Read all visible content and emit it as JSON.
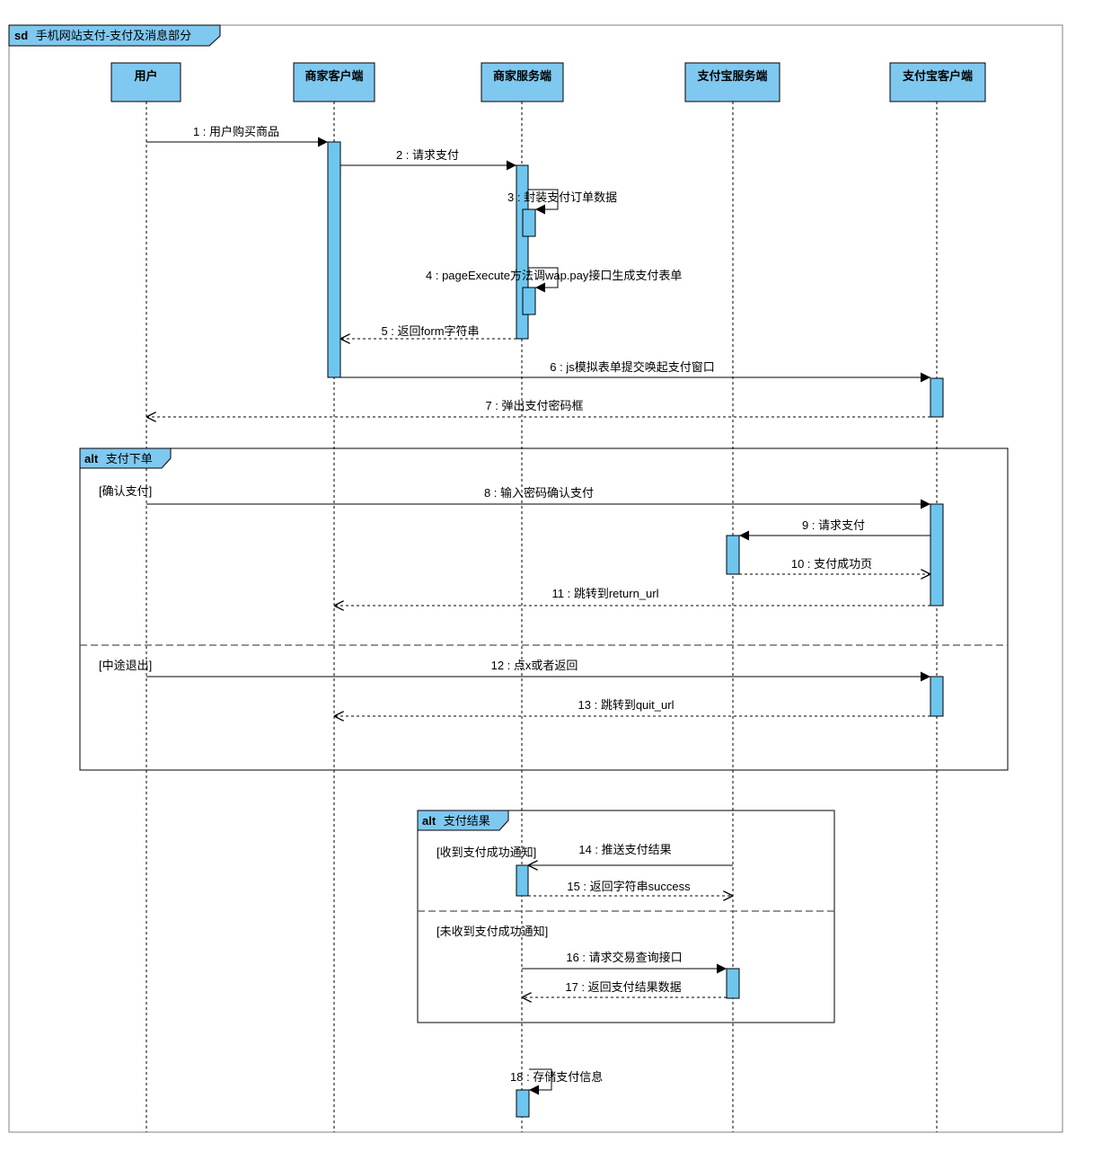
{
  "frame": {
    "keyword": "sd",
    "title": "手机网站支付-支付及消息部分"
  },
  "participants": [
    {
      "id": "user",
      "label": "用户"
    },
    {
      "id": "merchant_client",
      "label": "商家客户端"
    },
    {
      "id": "merchant_server",
      "label": "商家服务端"
    },
    {
      "id": "alipay_server",
      "label": "支付宝服务端"
    },
    {
      "id": "alipay_client",
      "label": "支付宝客户端"
    }
  ],
  "messages": [
    {
      "label": "1 : 用户购买商品",
      "from": "user",
      "to": "merchant_client",
      "type": "sync"
    },
    {
      "label": "2 : 请求支付",
      "from": "merchant_client",
      "to": "merchant_server",
      "type": "sync"
    },
    {
      "label": "3 : 封装支付订单数据",
      "from": "merchant_server",
      "to": "merchant_server",
      "type": "self"
    },
    {
      "label": "4 : pageExecute方法调wap.pay接口生成支付表单",
      "from": "merchant_server",
      "to": "merchant_server",
      "type": "self"
    },
    {
      "label": "5 : 返回form字符串",
      "from": "merchant_server",
      "to": "merchant_client",
      "type": "reply"
    },
    {
      "label": "6 : js模拟表单提交唤起支付窗口",
      "from": "merchant_client",
      "to": "alipay_client",
      "type": "sync"
    },
    {
      "label": "7 : 弹出支付密码框",
      "from": "alipay_client",
      "to": "user",
      "type": "reply"
    },
    {
      "label": "8 : 输入密码确认支付",
      "from": "user",
      "to": "alipay_client",
      "type": "sync"
    },
    {
      "label": "9 : 请求支付",
      "from": "alipay_client",
      "to": "alipay_server",
      "type": "sync"
    },
    {
      "label": "10 : 支付成功页",
      "from": "alipay_server",
      "to": "alipay_client",
      "type": "reply"
    },
    {
      "label": "11 : 跳转到return_url",
      "from": "alipay_client",
      "to": "merchant_client",
      "type": "reply"
    },
    {
      "label": "12 : 点x或者返回",
      "from": "user",
      "to": "alipay_client",
      "type": "sync"
    },
    {
      "label": "13 : 跳转到quit_url",
      "from": "alipay_client",
      "to": "merchant_client",
      "type": "reply"
    },
    {
      "label": "14 : 推送支付结果",
      "from": "alipay_server",
      "to": "merchant_server",
      "type": "async"
    },
    {
      "label": "15 : 返回字符串success",
      "from": "merchant_server",
      "to": "alipay_server",
      "type": "reply"
    },
    {
      "label": "16 : 请求交易查询接口",
      "from": "merchant_server",
      "to": "alipay_server",
      "type": "sync"
    },
    {
      "label": "17 : 返回支付结果数据",
      "from": "alipay_server",
      "to": "merchant_server",
      "type": "reply"
    },
    {
      "label": "18 : 存储支付信息",
      "from": "merchant_server",
      "to": "merchant_server",
      "type": "self"
    }
  ],
  "fragments": [
    {
      "keyword": "alt",
      "title": "支付下单",
      "guards": [
        "[确认支付]",
        "[中途退出]"
      ]
    },
    {
      "keyword": "alt",
      "title": "支付结果",
      "guards": [
        "[收到支付成功通知]",
        "[未收到支付成功通知]"
      ]
    }
  ],
  "colors": {
    "participant_fill": "#7fc8ef",
    "activation_fill": "#6ec6ef",
    "tab_fill": "#7fc8ef",
    "line": "#000000",
    "frame_border": "#808080"
  }
}
